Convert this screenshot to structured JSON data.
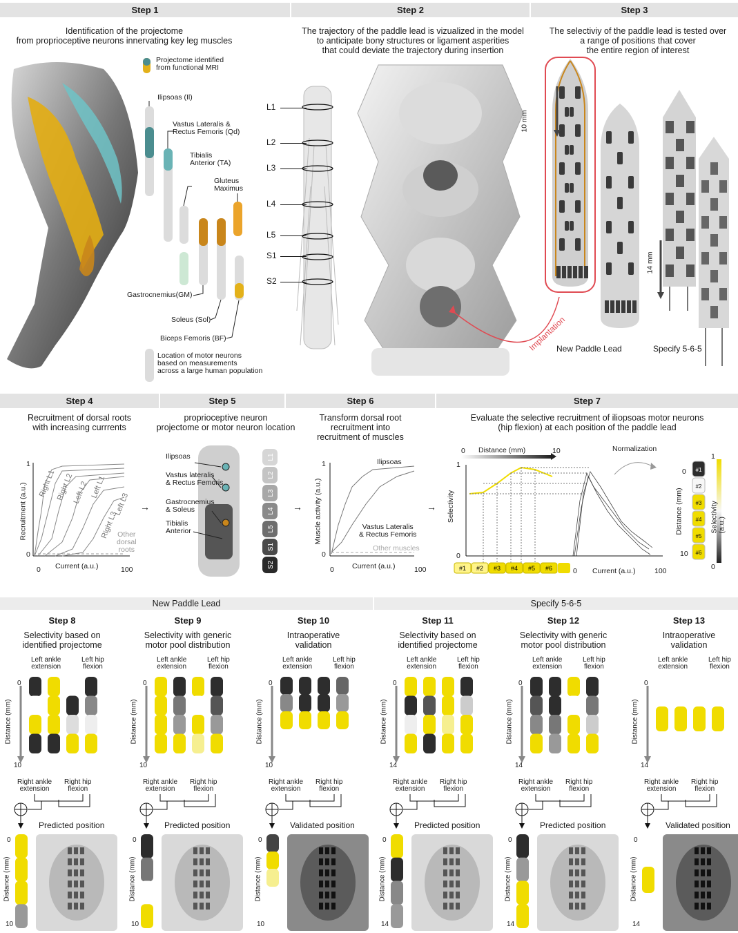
{
  "colors": {
    "yellow": "#f0dc00",
    "dark": "#2d2d2d",
    "teal": "#4b8d8f",
    "orange": "#c9861b",
    "amber": "#eba42b",
    "red": "#e04a52",
    "header_bg": "#e3e3e3"
  },
  "row1": {
    "step1": {
      "header": "Step 1",
      "caption": "Identification of the projectome\nfrom proprioceptive neurons innervating key leg muscles",
      "legend_fmri": "Projectome identified\nfrom functional MRI",
      "legend_population": "Location of motor neurons\nbased on measurements\nacross a large human population",
      "muscles": {
        "il": "Ilipsoas (Il)",
        "qd": "Vastus Lateralis &\nRectus Femoris (Qd)",
        "ta": "Tibialis\nAnterior (TA)",
        "glut": "Gluteus\nMaximus",
        "gm": "Gastrocnemius(GM)",
        "sol": "Soleus (Sol)",
        "bf": "Biceps Femoris (BF)"
      }
    },
    "step2": {
      "header": "Step 2",
      "caption": "The trajectory of the paddle lead is vizualized in the model\nto anticipate bony structures or ligament asperities\nthat could deviate the trajectory during insertion",
      "levels": [
        "L1",
        "L2",
        "L3",
        "L4",
        "L5",
        "S1",
        "S2"
      ]
    },
    "step3": {
      "header": "Step 3",
      "caption": "The selectiviy of the paddle lead is tested over\na range of positions that  cover\nthe entire region of interest",
      "scale_10": "10 mm",
      "scale_14": "14 mm",
      "implantation": "Implantation",
      "lead_new": "New Paddle Lead",
      "lead_specify": "Specify 5-6-5"
    }
  },
  "row2": {
    "step4": {
      "header": "Step 4",
      "caption": "Recruitment of dorsal roots\nwith increasing currrents",
      "ylabel": "Recruitment (a.u.)",
      "xlabel": "Current (a.u.)",
      "y_top": "1",
      "y_bottom": "0",
      "x_left": "0",
      "x_right": "100",
      "curves": [
        "Right L1",
        "Right L2",
        "Left L2",
        "Left L1",
        "Right L3",
        "Left L3"
      ],
      "other": "Other\ndorsal\nroots"
    },
    "step5": {
      "header": "Step 5",
      "caption": "proprioceptive neuron\nprojectome or motor neuron location",
      "labels": [
        "Ilipsoas",
        "Vastus lateralis\n& Rectus Femoris",
        "Gastrocnemius\n& Soleus",
        "Tibialis\nAnterior"
      ],
      "segments": [
        "L1",
        "L2",
        "L3",
        "L4",
        "L5",
        "S1",
        "S2"
      ]
    },
    "step6": {
      "header": "Step 6",
      "caption": "Transform dorsal root\nrecruitment into\nrecruitment of muscles",
      "ylabel": "Muscle activity (a.u.)",
      "xlabel": "Current (a.u.)",
      "y_top": "1",
      "y_bottom": "0",
      "x_left": "0",
      "x_right": "100",
      "ilipsoas": "Ilipsoas",
      "vastus": "Vastus Lateralis\n& Rectus Femoris",
      "other": "Other muscles"
    },
    "step7": {
      "header": "Step 7",
      "caption": "Evaluate the selective recruitment of iliopsoas motor neurons\n(hip flexion)  at each position of the paddle lead",
      "distance": "Distance (mm)",
      "d0": "0",
      "d10": "10",
      "ylabel": "Selectivity",
      "y_top": "1",
      "y_bottom": "0",
      "positions": [
        "#1",
        "#2",
        "#3",
        "#4",
        "#5",
        "#6"
      ],
      "xlabel": "Current (a.u.)",
      "x_left": "0",
      "x_right": "100",
      "normalization": "Normalization",
      "cb_ylabel": "Distance (mm)",
      "cb_label": "Selectivity (a.u.)",
      "cb_top": "1",
      "cb_bottom": "0",
      "cb_d0": "0",
      "cb_d10": "10"
    }
  },
  "row3": {
    "group_new": "New Paddle Lead",
    "group_specify": "Specify 5-6-5",
    "steps": [
      {
        "header": "Step 8",
        "caption": "Selectivity based on\nidentified projectome",
        "top_left": "Left ankle\nextension",
        "top_right": "Left hip\nflexion",
        "bottom_left": "Right ankle\nextension",
        "bottom_right": "Right hip\nflexion",
        "d0": "0",
        "dmax": "10",
        "ylabel": "Distance (mm)",
        "position": "Predicted position"
      },
      {
        "header": "Step 9",
        "caption": "Selectivity with generic\nmotor pool distribution",
        "top_left": "Left ankle\nextension",
        "top_right": "Left hip\nflexion",
        "bottom_left": "Right ankle\nextension",
        "bottom_right": "Right hip\nflexion",
        "d0": "0",
        "dmax": "10",
        "ylabel": "Distance (mm)",
        "position": "Predicted position"
      },
      {
        "header": "Step 10",
        "caption": "Intraoperative\nvalidation",
        "top_left": "Left ankle\nextension",
        "top_right": "Left hip\nflexion",
        "bottom_left": "Right ankle\nextension",
        "bottom_right": "Right hip\nflexion",
        "d0": "0",
        "dmax": "10",
        "ylabel": "Distance (mm)",
        "position": "Validated position"
      },
      {
        "header": "Step 11",
        "caption": "Selectivity based on\nidentified projectome",
        "top_left": "Left ankle\nextension",
        "top_right": "Left hip\nflexion",
        "bottom_left": "Right ankle\nextension",
        "bottom_right": "Right hip\nflexion",
        "d0": "0",
        "dmax": "14",
        "ylabel": "Distance (mm)",
        "position": "Predicted position"
      },
      {
        "header": "Step 12",
        "caption": "Selectivity with generic\nmotor pool distribution",
        "top_left": "Left ankle\nextension",
        "top_right": "Left hip\nflexion",
        "bottom_left": "Right ankle\nextension",
        "bottom_right": "Right hip\nflexion",
        "d0": "0",
        "dmax": "14",
        "ylabel": "Distance (mm)",
        "position": "Predicted position"
      },
      {
        "header": "Step 13",
        "caption": "Intraoperative\nvalidation",
        "top_left": "Left ankle\nextension",
        "top_right": "Left hip\nflexion",
        "bottom_left": "Right ankle\nextension",
        "bottom_right": "Right hip\nflexion",
        "d0": "0",
        "dmax": "14",
        "ylabel": "Distance (mm)",
        "position": "Validated position"
      }
    ]
  }
}
